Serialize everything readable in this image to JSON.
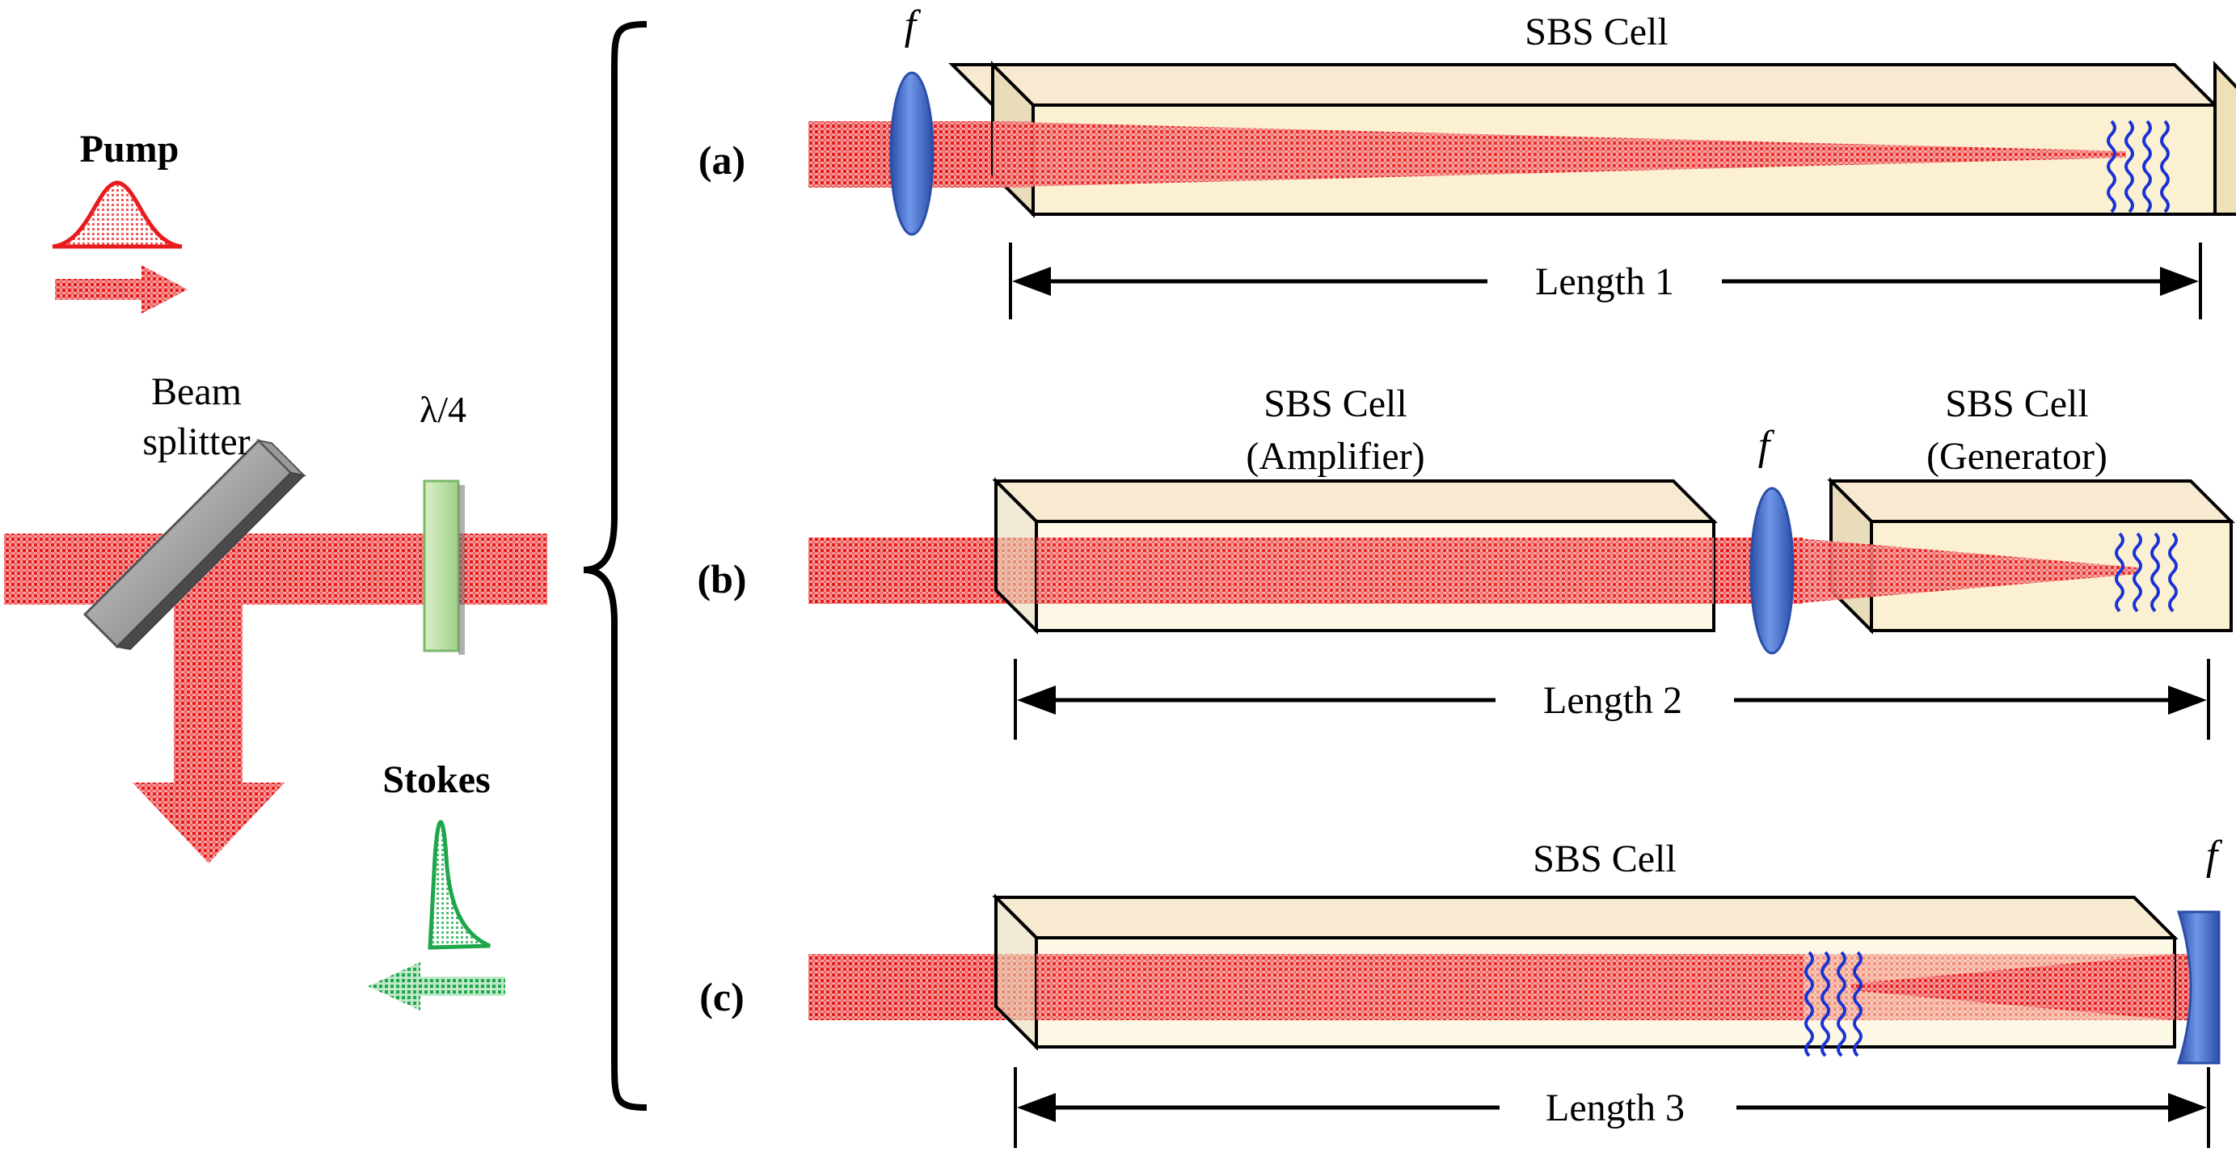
{
  "colors": {
    "pump": "#e81c1c",
    "stokes": "#1fa64a",
    "lens": "#3c68c8",
    "cell_face": "#fbf1d2",
    "acoustic_wave": "#1a32d6"
  },
  "legend": {
    "pump_label": "Pump",
    "stokes_label": "Stokes"
  },
  "components": {
    "beam_splitter_line1": "Beam",
    "beam_splitter_line2": "splitter",
    "waveplate": "λ/4",
    "lens_symbol": "f"
  },
  "panels": [
    {
      "id": "(a)",
      "cells": [
        {
          "title_line1": "SBS Cell",
          "title_line2": ""
        }
      ],
      "length_label": "Length 1"
    },
    {
      "id": "(b)",
      "cells": [
        {
          "title_line1": "SBS Cell",
          "title_line2": "(Amplifier)"
        },
        {
          "title_line1": "SBS Cell",
          "title_line2": "(Generator)"
        }
      ],
      "length_label": "Length 2"
    },
    {
      "id": "(c)",
      "cells": [
        {
          "title_line1": "SBS Cell",
          "title_line2": ""
        }
      ],
      "length_label": "Length 3"
    }
  ]
}
